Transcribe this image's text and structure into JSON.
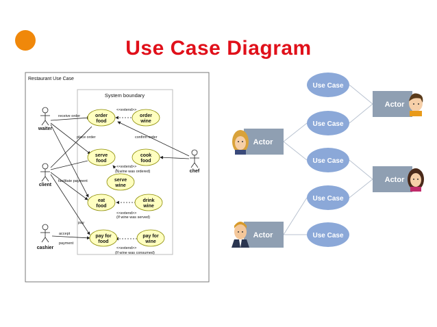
{
  "title": "Use Case Diagram",
  "left_diagram": {
    "frame_title": "Restaurant Use Case",
    "boundary_title": "System boundary",
    "actors": {
      "waiter": "waiter",
      "client": "client",
      "cashier": "cashier",
      "chef": "chef"
    },
    "use_cases": {
      "order_food": [
        "order",
        "food"
      ],
      "order_wine": [
        "order",
        "wine"
      ],
      "serve_food": [
        "serve",
        "food"
      ],
      "cook_food": [
        "cook",
        "food"
      ],
      "serve_wine": [
        "serve",
        "wine"
      ],
      "eat_food": [
        "eat",
        "food"
      ],
      "drink_wine": [
        "drink",
        "wine"
      ],
      "pay_food": [
        "pay for",
        "food"
      ],
      "pay_wine": [
        "pay for",
        "wine"
      ]
    },
    "labels": {
      "receive_order": "receive order",
      "place_order": "place order",
      "confirm_order": "confirm order",
      "facilitate_payment": "facilitate payment",
      "pay": "pay",
      "accept": "accept",
      "payment": "payment",
      "extend": "<<extend>>",
      "if_ordered": "(If wine was ordered)",
      "if_served": "(If wine was served)",
      "if_consumed": "(If wine was consumed)"
    }
  },
  "right_diagram": {
    "use_case_label": "Use Case",
    "actor_label": "Actor"
  },
  "colors": {
    "title": "#e0101a",
    "dot": "#f0880a",
    "uc_fill": "#ffffc0",
    "uc_stroke": "#8a8a00",
    "right_ellipse": "#8ba8d8",
    "right_box": "#8f9fb2"
  }
}
